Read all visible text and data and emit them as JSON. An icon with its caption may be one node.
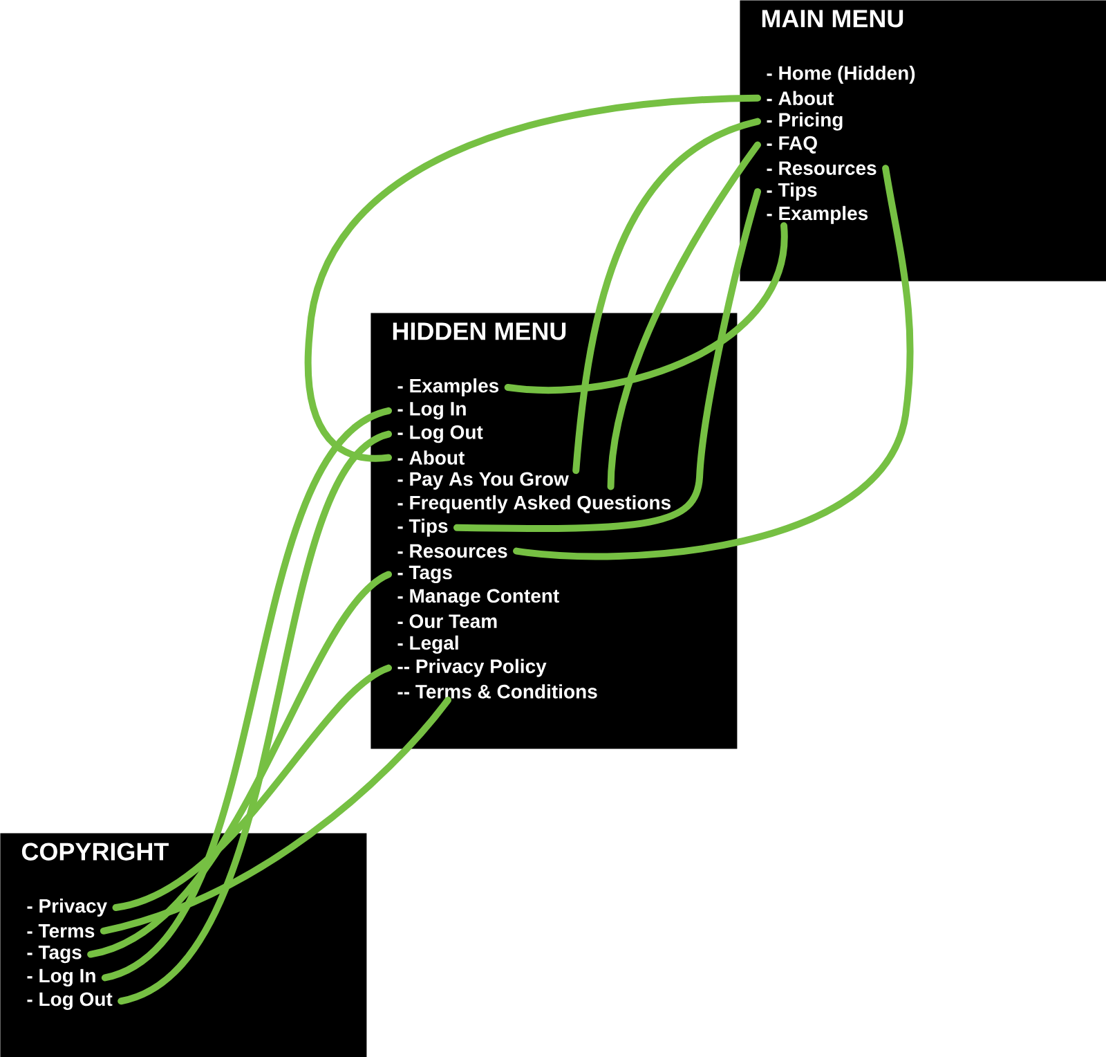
{
  "diagram": {
    "nodes": [
      {
        "text": [
          "MAIN MENU"
        ]
      },
      {
        "text": [
          "- Home (Hidden)"
        ],
        "in": 0
      },
      {
        "text": [
          "- About"
        ],
        "in": 0
      },
      {
        "text": [
          "- Pricing"
        ],
        "in": 0
      },
      {
        "text": [
          "- FAQ"
        ],
        "in": 0
      },
      {
        "text": [
          "- Resources"
        ],
        "in": 0
      },
      {
        "text": [
          "- Tips"
        ],
        "in": 0
      },
      {
        "text": [
          "- Examples"
        ],
        "in": 0
      },
      {
        "text": [
          "HIDDEN MENU"
        ]
      },
      {
        "text": [
          "- Examples"
        ],
        "in": 8
      },
      {
        "text": [
          "- Log In"
        ],
        "in": 8
      },
      {
        "text": [
          "- Log Out"
        ],
        "in": 8
      },
      {
        "text": [
          "- About"
        ],
        "in": 8
      },
      {
        "text": [
          "- Pay As You Grow"
        ],
        "in": 8
      },
      {
        "text": [
          "- Frequently Asked Questions"
        ],
        "in": 8
      },
      {
        "text": [
          "- Tips"
        ],
        "in": 8
      },
      {
        "text": [
          "- Resources"
        ],
        "in": 8
      },
      {
        "text": [
          "- Tags"
        ],
        "in": 8
      },
      {
        "text": [
          "- Manage Content"
        ],
        "in": 8
      },
      {
        "text": [
          "- Our Team"
        ],
        "in": 8
      },
      {
        "text": [
          "- Legal"
        ],
        "in": 8
      },
      {
        "text": [
          "-- Privacy Policy"
        ],
        "in": 8
      },
      {
        "text": [
          "-- Terms & Conditions"
        ],
        "in": 8
      },
      {
        "text": [
          "COPYRIGHT"
        ]
      },
      {
        "text": [
          "- Privacy"
        ],
        "in": 23
      },
      {
        "text": [
          "- Terms"
        ],
        "in": 23
      },
      {
        "text": [
          "- Tags"
        ],
        "in": 23
      },
      {
        "text": [
          "- Log In"
        ],
        "in": 23
      },
      {
        "text": [
          "- Log Out"
        ],
        "in": 23
      }
    ],
    "edges": [
      {
        "from": 2,
        "to": 12,
        "arrow": "none"
      },
      {
        "from": 3,
        "to": 13,
        "arrow": "none"
      },
      {
        "from": 4,
        "to": 14,
        "arrow": "none"
      },
      {
        "from": 5,
        "to": 16,
        "arrow": "none"
      },
      {
        "from": 6,
        "to": 15,
        "arrow": "none"
      },
      {
        "from": 7,
        "to": 9,
        "arrow": "none"
      },
      {
        "from": 24,
        "to": 21,
        "arrow": "none"
      },
      {
        "from": 25,
        "to": 22,
        "arrow": "none"
      },
      {
        "from": 26,
        "to": 17,
        "arrow": "none"
      },
      {
        "from": 27,
        "to": 10,
        "arrow": "none"
      },
      {
        "from": 28,
        "to": 11,
        "arrow": "none"
      }
    ]
  }
}
